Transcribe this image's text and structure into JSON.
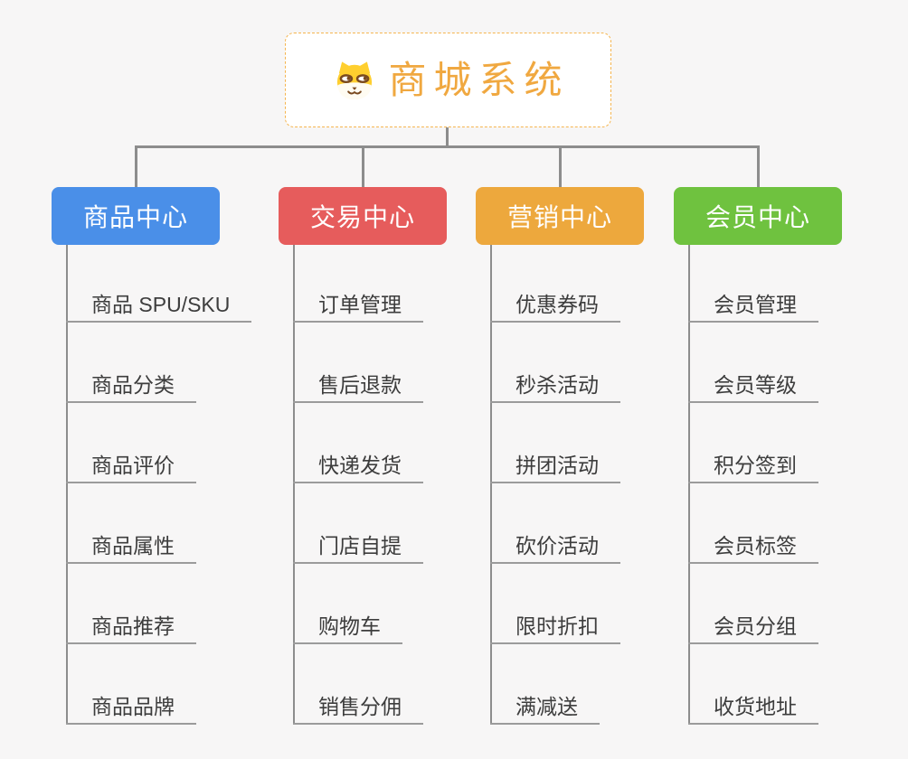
{
  "root": {
    "label": "商城系统",
    "icon": "dog-face"
  },
  "branches": [
    {
      "id": "product-center",
      "label": "商品中心",
      "color": "#4A8FE8",
      "children": [
        "商品 SPU/SKU",
        "商品分类",
        "商品评价",
        "商品属性",
        "商品推荐",
        "商品品牌"
      ]
    },
    {
      "id": "trade-center",
      "label": "交易中心",
      "color": "#E65C5C",
      "children": [
        "订单管理",
        "售后退款",
        "快递发货",
        "门店自提",
        "购物车",
        "销售分佣"
      ]
    },
    {
      "id": "marketing-center",
      "label": "营销中心",
      "color": "#EDA83D",
      "children": [
        "优惠券码",
        "秒杀活动",
        "拼团活动",
        "砍价活动",
        "限时折扣",
        "满减送"
      ]
    },
    {
      "id": "member-center",
      "label": "会员中心",
      "color": "#6FC23F",
      "children": [
        "会员管理",
        "会员等级",
        "积分签到",
        "会员标签",
        "会员分组",
        "收货地址"
      ]
    }
  ],
  "colors": {
    "background": "#F7F6F6",
    "root_text": "#F0A840",
    "root_border": "#F5B54F",
    "connector": "#8D8D8D",
    "leaf_underline": "#9B9B9B",
    "leaf_text": "#3D3D3D",
    "icon_head": "#FFCF2F",
    "icon_muzzle": "#FFFCF2",
    "icon_features": "#7A4A1F"
  }
}
